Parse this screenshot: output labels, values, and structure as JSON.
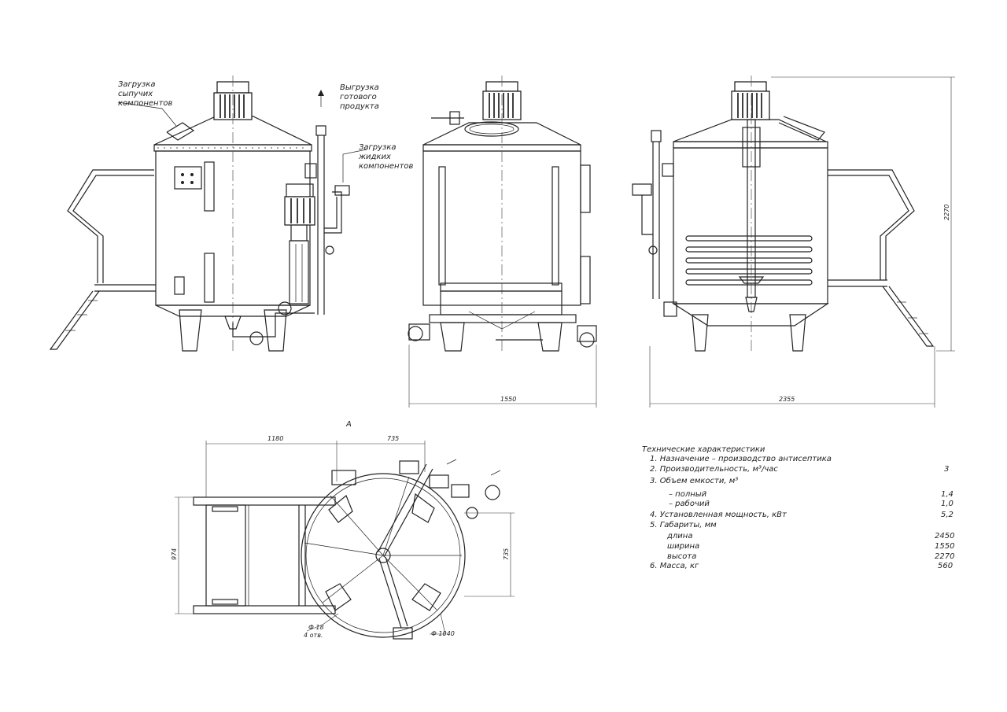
{
  "labels": {
    "loading_dry": [
      "Загрузка",
      "сыпучих",
      "компонентов"
    ],
    "unloading_product": [
      "Выгрузка",
      "готового",
      "продукта"
    ],
    "loading_liquid": [
      "Загрузка",
      "жидких",
      "компонентов"
    ],
    "view_a": "А"
  },
  "dimensions": {
    "front_width": "1550",
    "side_width": "2355",
    "height": "2270",
    "plan_left": "1180",
    "plan_right": "735",
    "plan_height": "974",
    "plan_right_height": "735",
    "hole_dia": "Ф 18",
    "hole_count": "4 отв.",
    "tank_dia": "Ф 1040"
  },
  "specs": {
    "title": "Технические характеристики",
    "rows": [
      {
        "label": "1.  Назначение – производство антисептика",
        "value": ""
      },
      {
        "label": "2.  Производительность, м³/час",
        "value": "3"
      },
      {
        "label": "3.  Объем емкости, м³",
        "value": ""
      },
      {
        "label": "– полный",
        "value": "1,4"
      },
      {
        "label": "– рабочий",
        "value": "1,0"
      },
      {
        "label": "4.  Установленная мощность, кВт",
        "value": "5,2"
      },
      {
        "label": "5.  Габариты, мм",
        "value": ""
      },
      {
        "label": "длина",
        "value": "2450"
      },
      {
        "label": "ширина",
        "value": "1550"
      },
      {
        "label": "высота",
        "value": "2270"
      },
      {
        "label": "6.  Масса, кг",
        "value": "560"
      }
    ]
  }
}
